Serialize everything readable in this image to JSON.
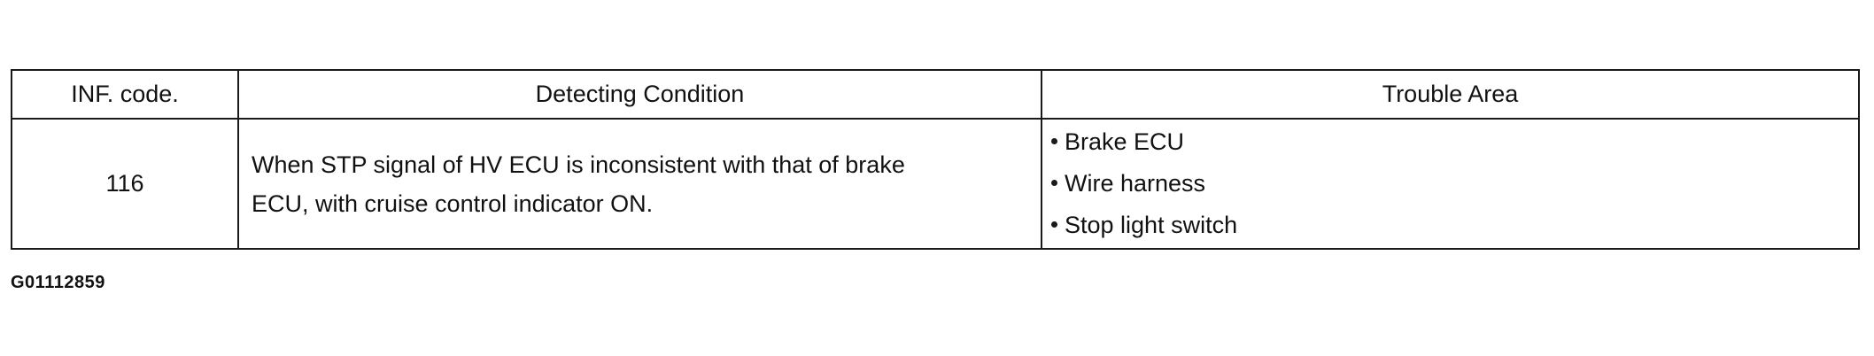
{
  "table": {
    "headers": {
      "code": "INF. code.",
      "condition": "Detecting Condition",
      "area": "Trouble Area"
    },
    "rows": [
      {
        "code": "116",
        "condition_lines": [
          "When STP signal of HV ECU is inconsistent with that of brake",
          "ECU, with cruise control indicator ON."
        ],
        "areas": [
          "Brake ECU",
          "Wire harness",
          "Stop light switch"
        ]
      }
    ]
  },
  "figure_id": "G01112859"
}
